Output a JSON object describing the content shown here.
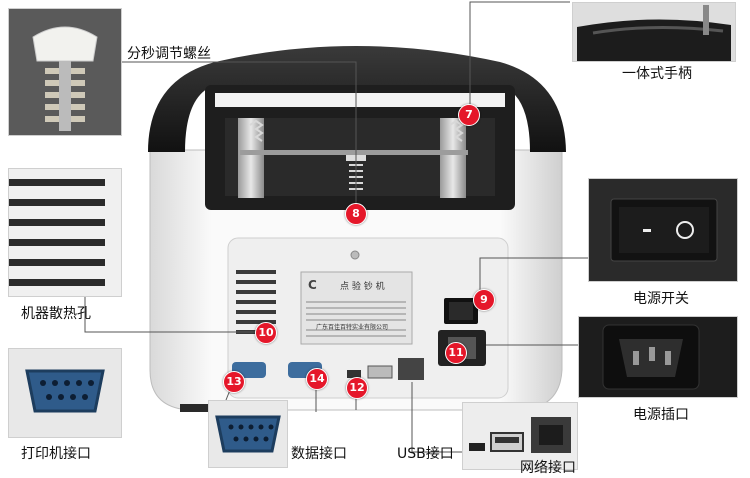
{
  "callouts": {
    "knob": "分秒调节螺丝",
    "handle": "一体式手柄",
    "vents": "机器散热孔",
    "power_switch": "电源开关",
    "power_socket": "电源插口",
    "printer_port": "打印机接口",
    "data_port": "数据接口",
    "usb_port": "USB接口",
    "network_port": "网络接口"
  },
  "badges": {
    "b7": "7",
    "b8": "8",
    "b9": "9",
    "b10": "10",
    "b11": "11",
    "b12": "12",
    "b13": "13",
    "b14": "14"
  },
  "rating_plate": {
    "title": "点 验 钞 机",
    "logo_glyph": "C",
    "brand": "广东百佳百特实业有限公司"
  },
  "colors": {
    "badge": "#e5172a",
    "machine_black": "#1b1b1b",
    "machine_white": "#f5f5f5",
    "port_blue": "#2f5b8a"
  }
}
